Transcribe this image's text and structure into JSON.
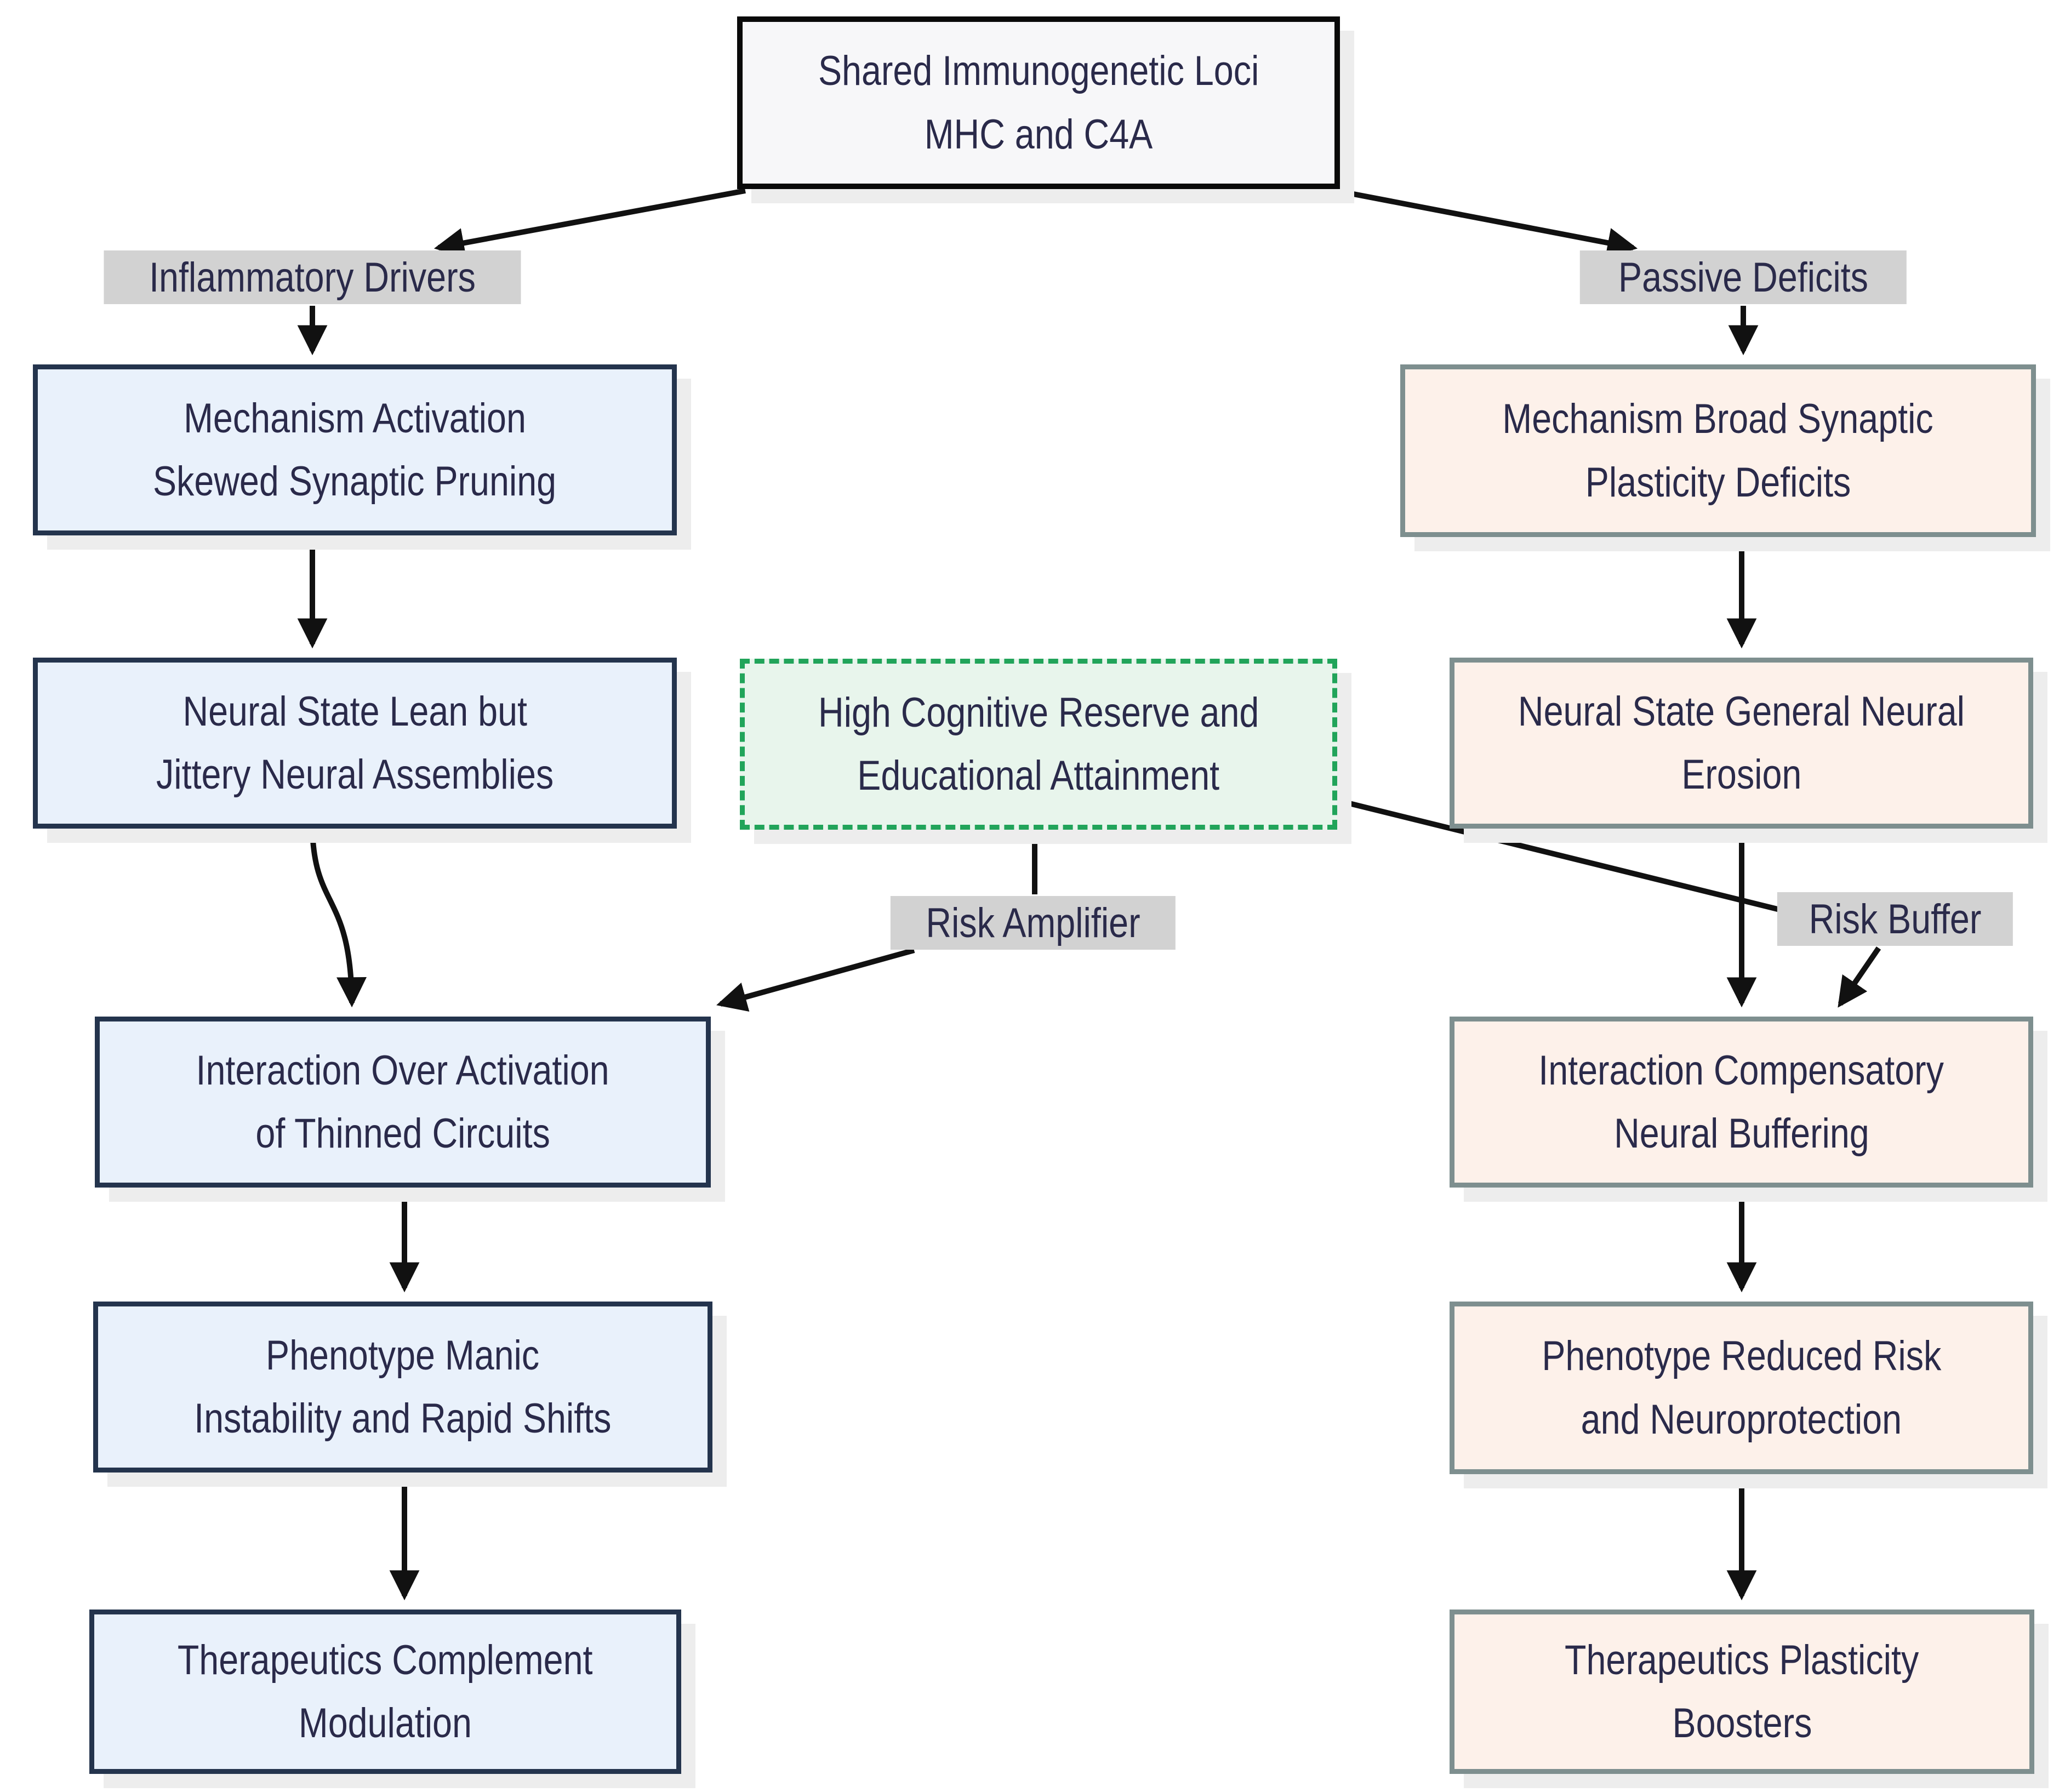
{
  "colors": {
    "text": "#2a2a4a",
    "edge": "#111111",
    "root_fill": "#f7f7f9",
    "root_border": "#0a0a0a",
    "blue_fill": "#e9f1fb",
    "blue_border": "#24344d",
    "pink_fill": "#fdf1ea",
    "pink_border": "#7e8f8f",
    "green_fill": "#e8f5ec",
    "green_border": "#21a45a",
    "label_bg": "#d2d2d2",
    "shadow": "#ededed",
    "background": "#ffffff"
  },
  "nodes": {
    "root": {
      "line1": "Shared Immunogenetic Loci",
      "line2": "MHC and C4A"
    },
    "mechanism_left": {
      "line1": "Mechanism Activation",
      "line2": "Skewed Synaptic Pruning"
    },
    "neural_left": {
      "line1": "Neural State Lean but",
      "line2": "Jittery Neural Assemblies"
    },
    "interaction_left": {
      "line1": "Interaction Over Activation",
      "line2": "of Thinned Circuits"
    },
    "phenotype_left": {
      "line1": "Phenotype Manic",
      "line2": "Instability and Rapid Shifts"
    },
    "therapeutics_left": {
      "line1": "Therapeutics Complement",
      "line2": "Modulation"
    },
    "mechanism_right": {
      "line1": "Mechanism Broad Synaptic",
      "line2": "Plasticity Deficits"
    },
    "neural_right": {
      "line1": "Neural State General Neural",
      "line2": "Erosion"
    },
    "interaction_right": {
      "line1": "Interaction Compensatory",
      "line2": "Neural Buffering"
    },
    "phenotype_right": {
      "line1": "Phenotype Reduced Risk",
      "line2": "and Neuroprotection"
    },
    "therapeutics_right": {
      "line1": "Therapeutics Plasticity",
      "line2": "Boosters"
    },
    "reserve": {
      "line1": "High Cognitive Reserve and",
      "line2": "Educational Attainment"
    }
  },
  "edge_labels": {
    "inflammatory_drivers": "Inflammatory Drivers",
    "passive_deficits": "Passive Deficits",
    "risk_amplifier": "Risk Amplifier",
    "risk_buffer": "Risk Buffer"
  }
}
